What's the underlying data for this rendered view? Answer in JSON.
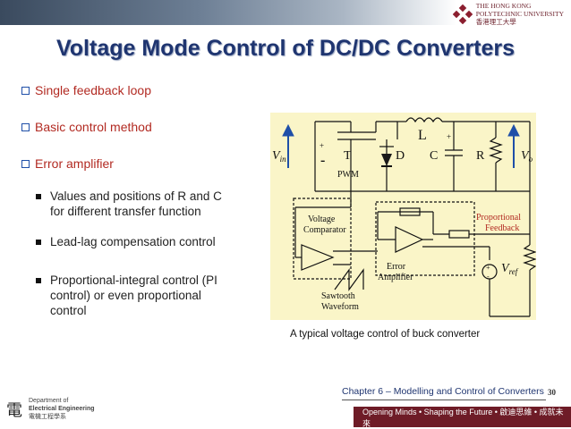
{
  "header": {
    "university_name_line1": "THE HONG KONG",
    "university_name_line2": "POLYTECHNIC UNIVERSITY",
    "university_name_line3": "香港理工大學"
  },
  "title": "Voltage Mode Control of DC/DC Converters",
  "bullets": [
    "Single feedback loop",
    "Basic control method",
    "Error amplifier"
  ],
  "sub_bullets": [
    [
      "Values and positions of R and C",
      "for different transfer function"
    ],
    [
      "Lead-lag compensation control"
    ],
    [
      "Proportional-integral control (PI",
      "control) or even proportional",
      "control"
    ]
  ],
  "diagram": {
    "vin": "V",
    "vin_sub": "in",
    "vo": "V",
    "vo_sub": "o",
    "plus": "+",
    "minus": "-",
    "t": "T",
    "d": "D",
    "l": "L",
    "c": "C",
    "r": "R",
    "pwm": "PWM",
    "voltage": "Voltage",
    "comparator": "Comparator",
    "sawtooth": "Sawtooth",
    "waveform": "Waveform",
    "error": "Error",
    "amplifier": "Amplifier",
    "proportional": "Proportional",
    "feedback": "Feedback",
    "vref": "V",
    "vref_sub": "ref"
  },
  "caption": "A typical voltage control of buck converter",
  "footer": {
    "chapter": "Chapter 6 – Modelling and Control of Converters",
    "page": "30",
    "dept_line1": "Department of",
    "dept_line2": "Electrical Engineering",
    "dept_line3": "電機工程學系",
    "slogan": "Opening Minds • Shaping the Future • 啟迪思維 • 成就未來"
  },
  "colors": {
    "title": "#1f3570",
    "bullet": "#b22a22",
    "diagram_bg": "#faf5c8",
    "brand": "#6e1c27"
  }
}
